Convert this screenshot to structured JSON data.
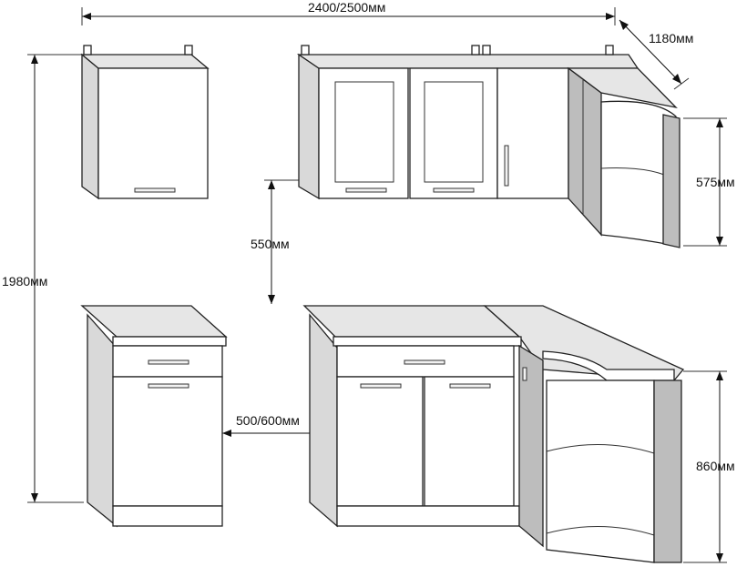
{
  "dimensions": {
    "width_top": "2400/2500мм",
    "depth_corner": "1180мм",
    "upper_height": "575мм",
    "gap_height": "550мм",
    "total_height": "1980мм",
    "base_width": "500/600мм",
    "base_height": "860мм"
  },
  "colors": {
    "side_panel": "#d9d9d9",
    "dark_panel": "#bdbdbd",
    "front": "#ffffff",
    "countertop": "#e6e6e6",
    "outline": "#222222"
  }
}
